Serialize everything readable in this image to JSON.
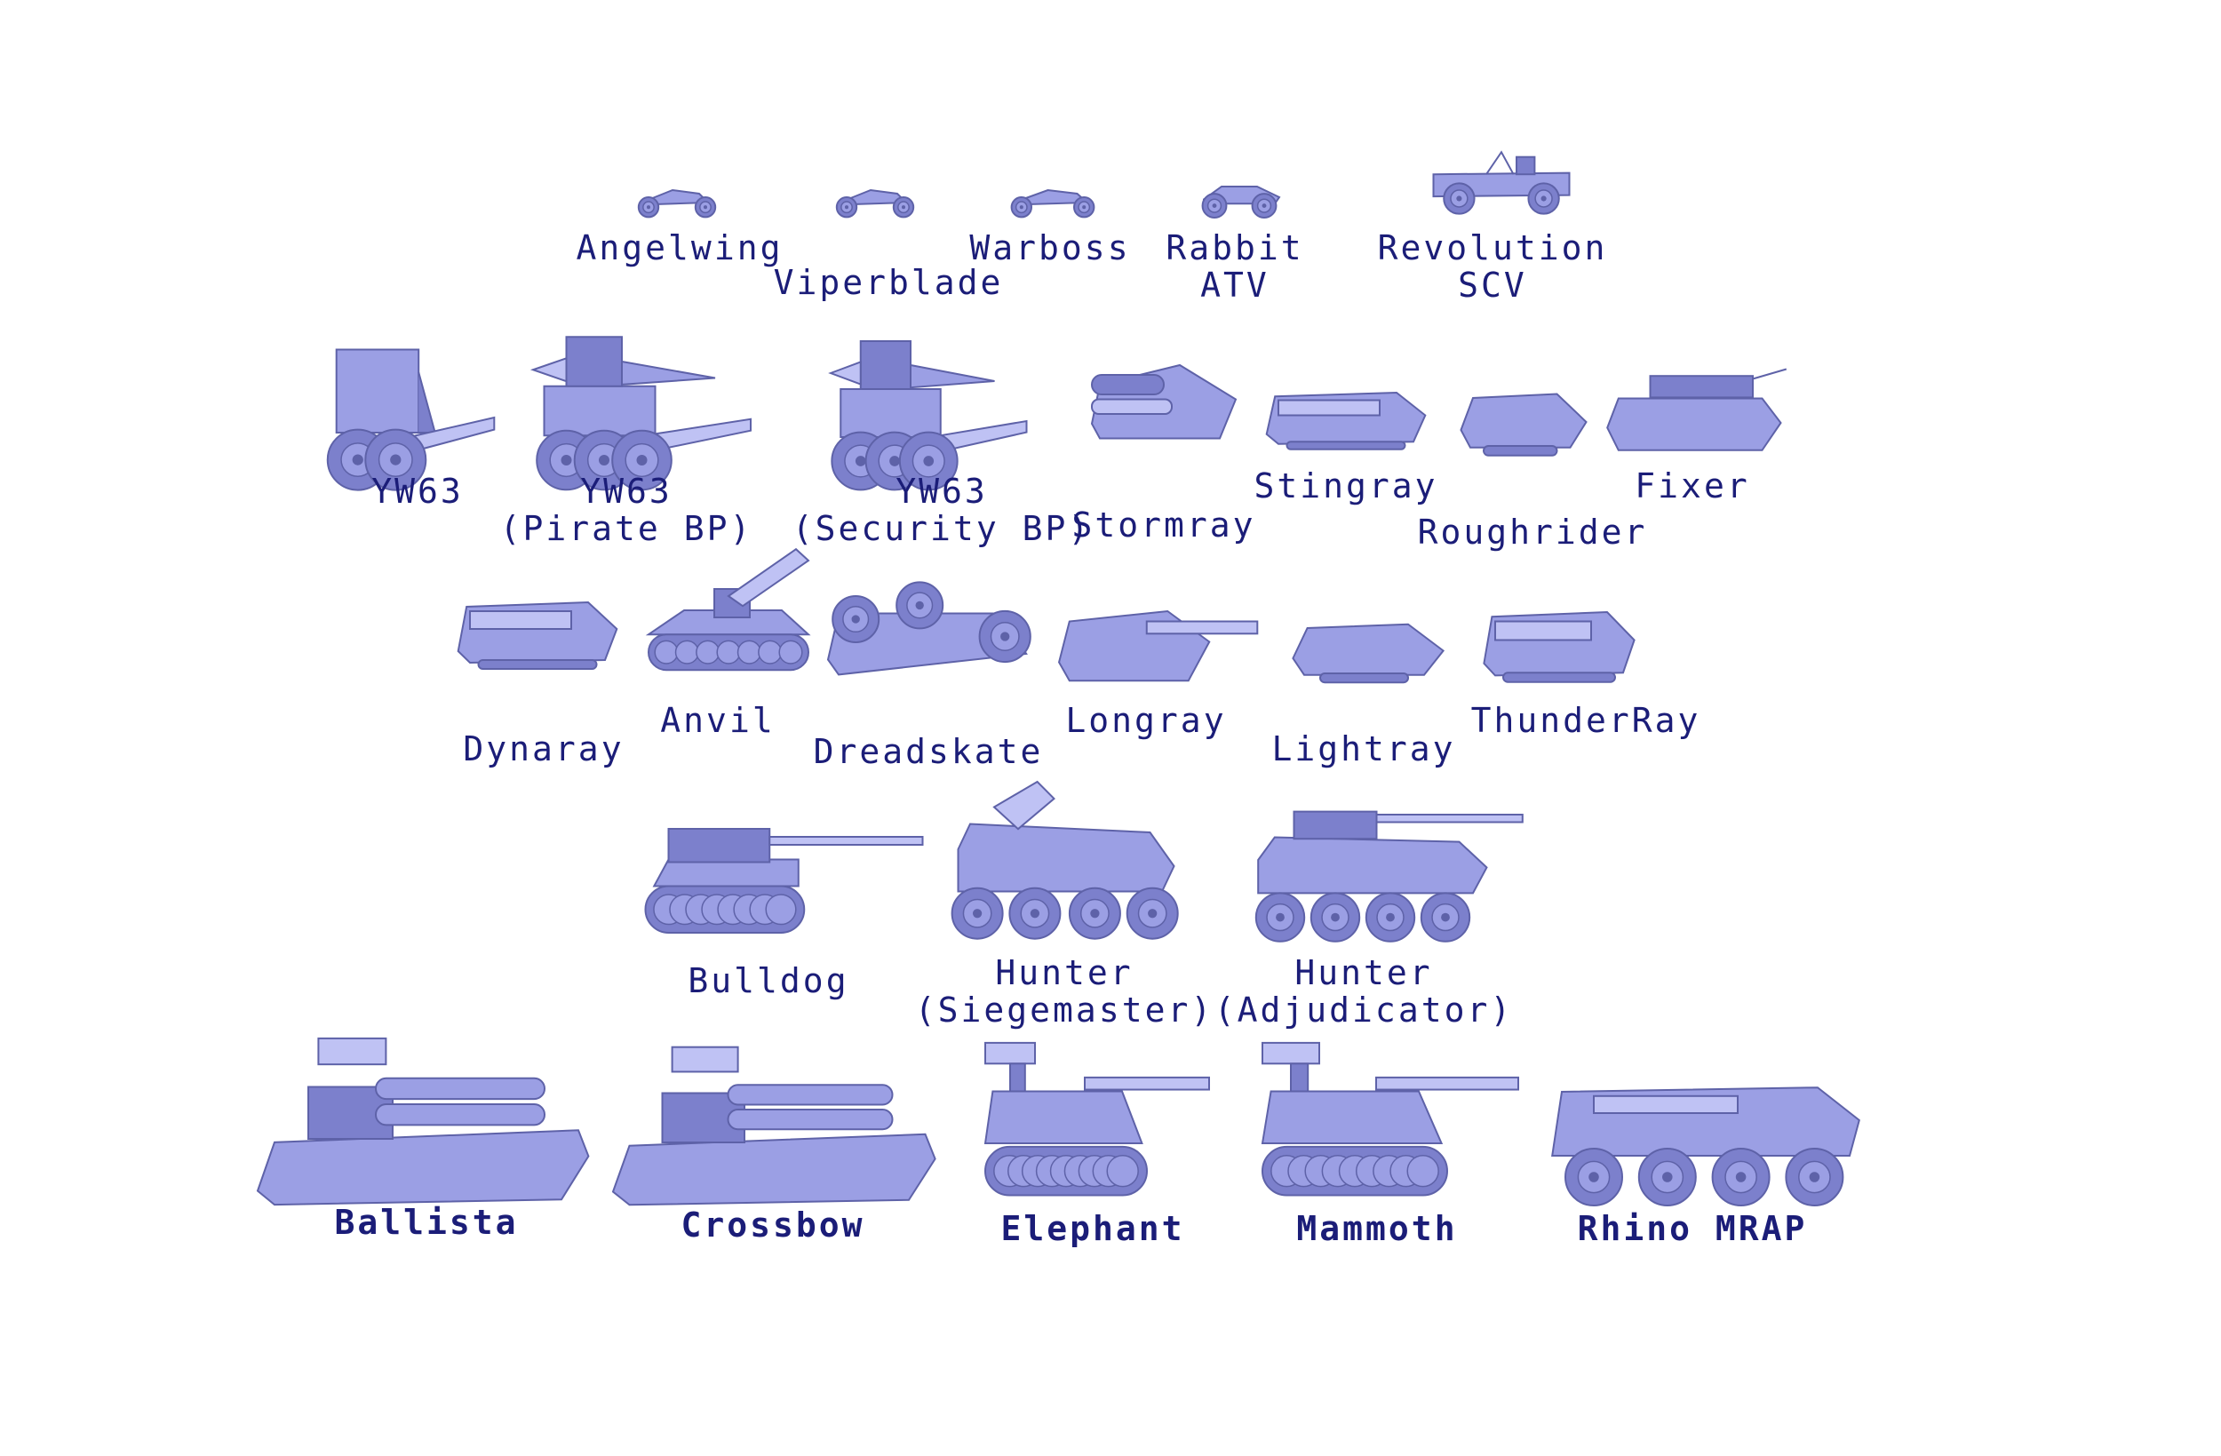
{
  "colors": {
    "background": "#ffffff",
    "label_text": "#1b1d78",
    "model_fill": "#9b9fe4",
    "model_shade": "#7c80cc",
    "model_dark": "#5e62a8",
    "model_light": "#bfc2f4"
  },
  "vehicles": [
    {
      "id": "angelwing",
      "lines": [
        "Angelwing"
      ],
      "kind": "bike"
    },
    {
      "id": "viperblade",
      "lines": [
        "Viperblade"
      ],
      "kind": "bike"
    },
    {
      "id": "warboss",
      "lines": [
        "Warboss"
      ],
      "kind": "bike"
    },
    {
      "id": "rabbit-atv",
      "lines": [
        "Rabbit",
        "ATV"
      ],
      "kind": "atv"
    },
    {
      "id": "revolution-scv",
      "lines": [
        "Revolution",
        "SCV"
      ],
      "kind": "jeep"
    },
    {
      "id": "yw63",
      "lines": [
        "YW63"
      ],
      "kind": "truck"
    },
    {
      "id": "yw63-pirate",
      "lines": [
        "YW63",
        "(Pirate BP)"
      ],
      "kind": "truck-gun"
    },
    {
      "id": "yw63-security",
      "lines": [
        "YW63",
        "(Security BP)"
      ],
      "kind": "truck-gun"
    },
    {
      "id": "stormray",
      "lines": [
        "Stormray"
      ],
      "kind": "hover-big"
    },
    {
      "id": "stingray",
      "lines": [
        "Stingray"
      ],
      "kind": "hover"
    },
    {
      "id": "roughrider",
      "lines": [
        "Roughrider"
      ],
      "kind": "hover-small"
    },
    {
      "id": "fixer",
      "lines": [
        "Fixer"
      ],
      "kind": "hover-crane"
    },
    {
      "id": "dynaray",
      "lines": [
        "Dynaray"
      ],
      "kind": "hover"
    },
    {
      "id": "anvil",
      "lines": [
        "Anvil"
      ],
      "kind": "mortar"
    },
    {
      "id": "dreadskate",
      "lines": [
        "Dreadskate"
      ],
      "kind": "skate"
    },
    {
      "id": "longray",
      "lines": [
        "Longray"
      ],
      "kind": "hover-gun"
    },
    {
      "id": "lightray",
      "lines": [
        "Lightray"
      ],
      "kind": "hover-small"
    },
    {
      "id": "thunderray",
      "lines": [
        "ThunderRay"
      ],
      "kind": "hover"
    },
    {
      "id": "bulldog",
      "lines": [
        "Bulldog"
      ],
      "kind": "tank"
    },
    {
      "id": "hunter-siegemaster",
      "lines": [
        "Hunter",
        "(Siegemaster)"
      ],
      "kind": "apc-mortar"
    },
    {
      "id": "hunter-adjudicator",
      "lines": [
        "Hunter",
        "(Adjudicator)"
      ],
      "kind": "apc-gun"
    },
    {
      "id": "ballista",
      "lines": [
        "Ballista"
      ],
      "kind": "hover-missile",
      "bold": true
    },
    {
      "id": "crossbow",
      "lines": [
        "Crossbow"
      ],
      "kind": "hover-missile",
      "bold": true
    },
    {
      "id": "elephant",
      "lines": [
        "Elephant"
      ],
      "kind": "heavy-tank",
      "bold": true
    },
    {
      "id": "mammoth",
      "lines": [
        "Mammoth"
      ],
      "kind": "heavy-tank",
      "bold": true
    },
    {
      "id": "rhino-mrap",
      "lines": [
        "Rhino MRAP"
      ],
      "kind": "mrap",
      "bold": true
    }
  ]
}
